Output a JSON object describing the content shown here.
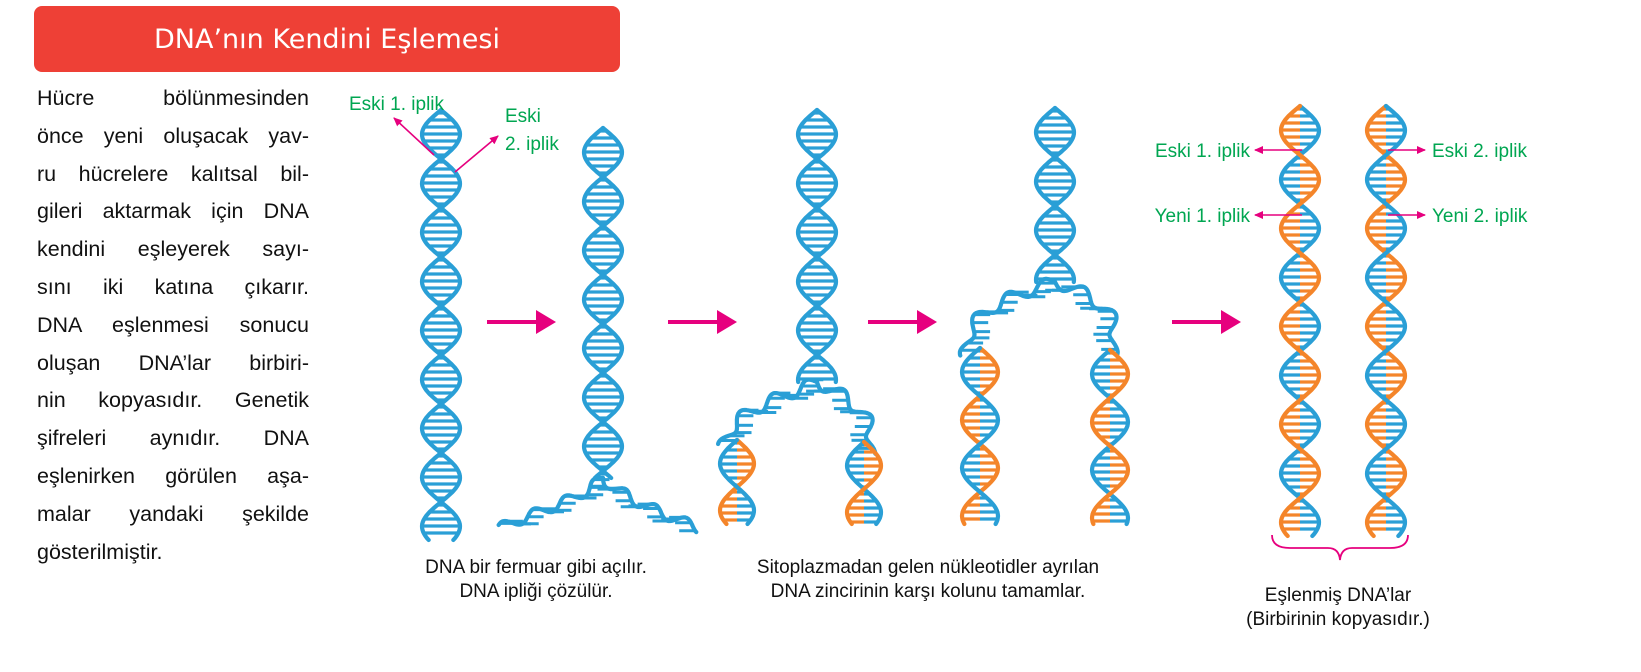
{
  "title": "DNA’nın Kendini Eşlemesi",
  "text_lines": [
    "Hücre bölünmesinden",
    "önce yeni oluşacak yav-",
    "ru hücrelere kalıtsal bil-",
    "gileri aktarmak için DNA",
    "kendini eşleyerek sayı-",
    "sını iki katına çıkarır.",
    "DNA eşlenmesi sonucu",
    "oluşan DNA’lar birbiri-",
    "nin kopyasıdır. Genetik",
    "şifreleri aynıdır. DNA",
    "eşlenirken görülen aşa-",
    "malar yandaki şekilde",
    "gösterilmiştir."
  ],
  "labels": {
    "old_strand_1": "Eski 1. iplik",
    "old_strand_2_line1": "Eski",
    "old_strand_2_line2": "2. iplik",
    "right_old_1": "Eski 1. iplik",
    "right_old_2": "Eski 2. iplik",
    "right_new_1": "Yeni 1. iplik",
    "right_new_2": "Yeni 2. iplik"
  },
  "captions": {
    "unzip_line1": "DNA bir fermuar gibi açılır.",
    "unzip_line2": "DNA ipliği çözülür.",
    "complement_line1": "Sitoplazmadan gelen nükleotidler ayrılan",
    "complement_line2": "DNA zincirinin karşı kolunu tamamlar.",
    "result_line1": "Eşlenmiş DNA’lar",
    "result_line2": "(Birbirinin kopyasıdır.)"
  },
  "colors": {
    "title_bg": "#ee4036",
    "old_strand": "#2a9fd6",
    "new_strand": "#f4852a",
    "arrow": "#e6007e",
    "label_text": "#00a651"
  }
}
